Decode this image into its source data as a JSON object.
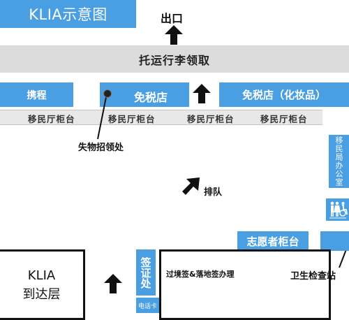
{
  "title": "KLIA示意图",
  "exit": "出口",
  "baggage_claim": "托运行李领取",
  "counters": {
    "carry": "携程",
    "duty_free": "免税店",
    "duty_free_cosmetics": "免税店（化妆品）"
  },
  "immigration_counters": [
    "移民厅柜台",
    "移民厅柜台",
    "移民厅柜台",
    "移民厅柜台"
  ],
  "lost_and_found": "失物招领处",
  "immigration_bureau": "移民局办公室",
  "queue": "排队",
  "volunteer_counter": "志愿者柜台",
  "arrival_hall": {
    "line1": "KLIA",
    "line2": "到达层"
  },
  "visa_office": "签证处",
  "phone_card": "电话卡",
  "transit_visa": "过境签&落地签办理",
  "health_station": "卫生检查站",
  "colors": {
    "accent_blue": "#4a9ee2",
    "band_gray": "#dcdcdc",
    "text_black": "#111111"
  }
}
